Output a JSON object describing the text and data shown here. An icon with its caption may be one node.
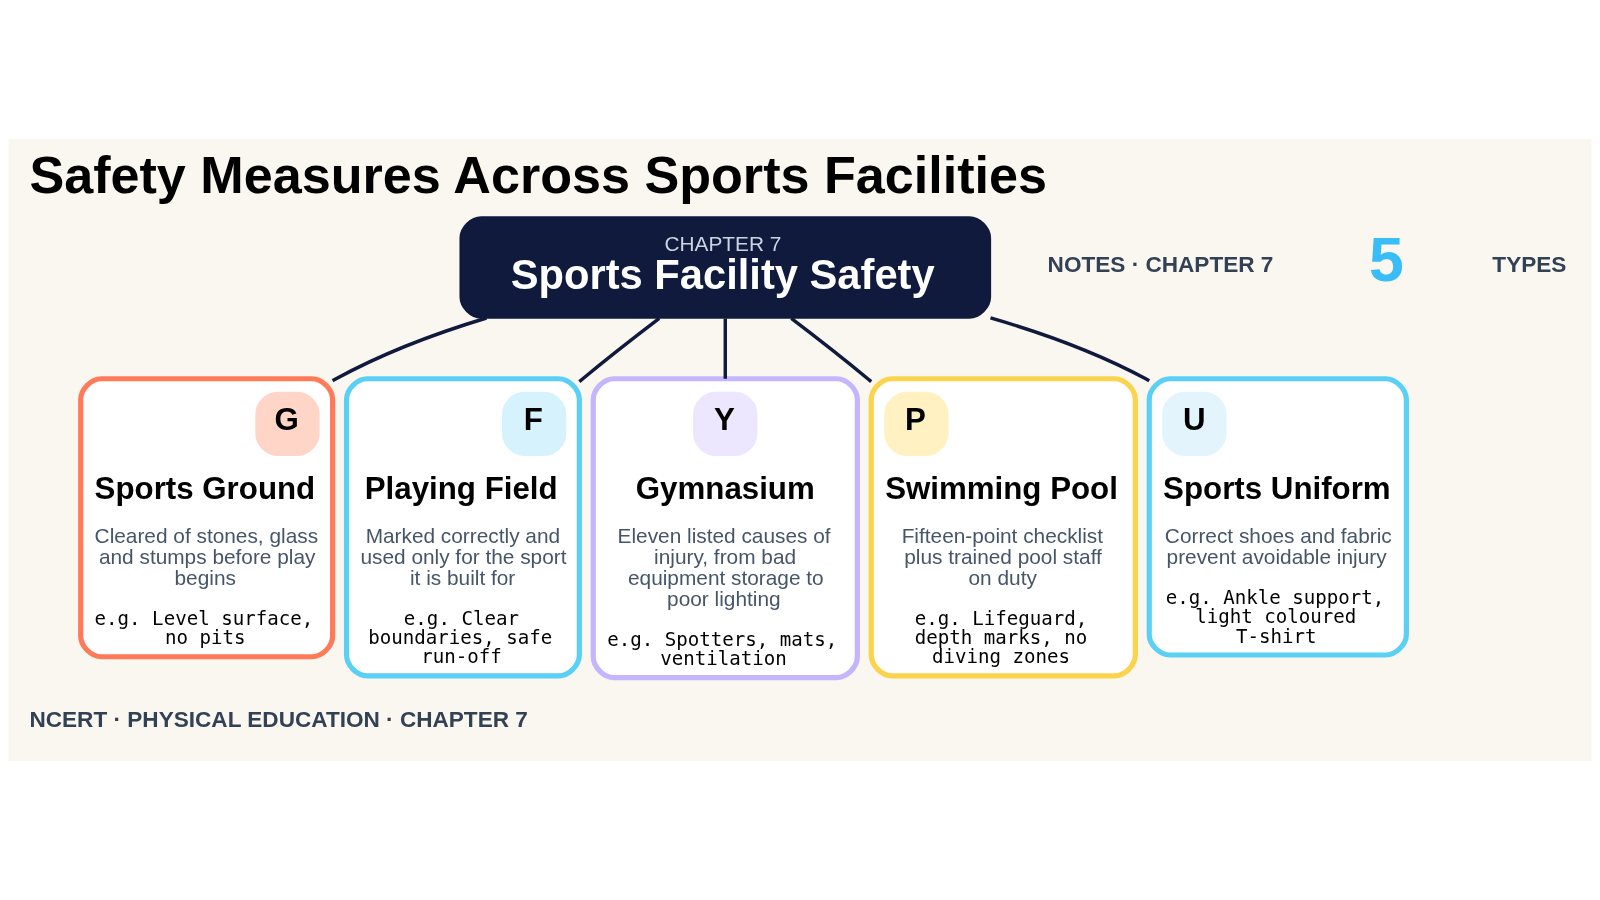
{
  "diagram": {
    "title": "Safety Measures Across Sports Facilities",
    "nodes": [
      {
        "text": [
          "CHAPTER 7",
          "Sports Facility Safety"
        ]
      },
      {
        "text": [
          "Sports Ground",
          "Cleared of stones, glass and stumps before play begins",
          "e.g. Level surface, no pits"
        ]
      },
      {
        "text": [
          "G"
        ],
        "in": 1
      },
      {
        "text": [
          "Playing Field",
          "Marked correctly and used only for the sport it is built for",
          "e.g. Clear boundaries, safe run-off"
        ]
      },
      {
        "text": [
          "F"
        ],
        "in": 3
      },
      {
        "text": [
          "Gymnasium",
          "Eleven listed causes of injury, from bad equipment storage to poor lighting",
          "e.g. Spotters, mats, ventilation"
        ]
      },
      {
        "text": [
          "Y"
        ],
        "in": 5
      },
      {
        "text": [
          "Swimming Pool",
          "Fifteen-point checklist plus trained pool staff on duty",
          "e.g. Lifeguard, depth marks, no diving zones"
        ]
      },
      {
        "text": [
          "P"
        ],
        "in": 7
      },
      {
        "text": [
          "Sports Uniform",
          "Correct shoes and fabric prevent avoidable injury",
          "e.g. Ankle support, light coloured T-shirt"
        ]
      },
      {
        "text": [
          "U"
        ],
        "in": 9
      }
    ],
    "edges": [
      {
        "from": 0,
        "to": 1,
        "arrow": "none"
      },
      {
        "from": 0,
        "to": 3,
        "arrow": "none"
      },
      {
        "from": 0,
        "to": 5,
        "arrow": "none"
      },
      {
        "from": 0,
        "to": 7,
        "arrow": "none"
      },
      {
        "from": 0,
        "to": 9,
        "arrow": "none"
      }
    ],
    "labels": [
      "NOTES · CHAPTER 7",
      "5",
      "TYPES",
      "NCERT · PHYSICAL EDUCATION · CHAPTER 7"
    ]
  }
}
